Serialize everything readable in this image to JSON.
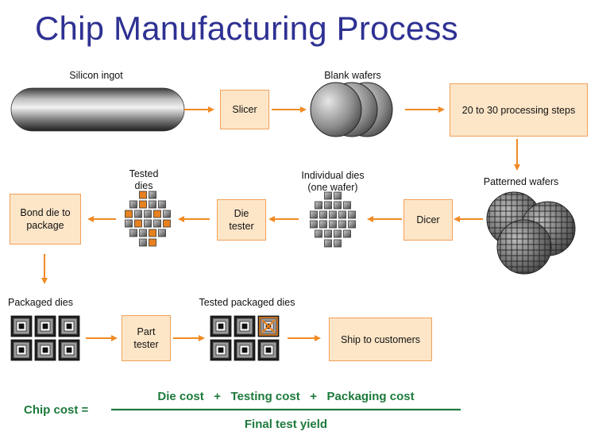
{
  "title": "Chip Manufacturing Process",
  "labels": {
    "silicon_ingot": "Silicon ingot",
    "blank_wafers": "Blank wafers",
    "patterned_wafers": "Patterned wafers",
    "individual_dies_1": "Individual dies",
    "individual_dies_2": "(one wafer)",
    "tested_dies_1": "Tested",
    "tested_dies_2": "dies",
    "packaged_dies": "Packaged dies",
    "tested_packaged_dies": "Tested packaged dies"
  },
  "boxes": {
    "slicer": "Slicer",
    "processing": "20 to 30 processing steps",
    "dicer": "Dicer",
    "die_tester_1": "Die",
    "die_tester_2": "tester",
    "bond_1": "Bond die to",
    "bond_2": "package",
    "part_tester_1": "Part",
    "part_tester_2": "tester",
    "ship": "Ship to customers"
  },
  "formula": {
    "lhs": "Chip cost  =",
    "numerator": "Die cost   +   Testing cost   +   Packaging cost",
    "denominator": "Final test yield"
  },
  "colors": {
    "title": "#2e3192",
    "box_fill": "#fde6c8",
    "box_border": "#f1a05a",
    "arrow": "#f08a24",
    "formula": "#1d7a3c"
  }
}
